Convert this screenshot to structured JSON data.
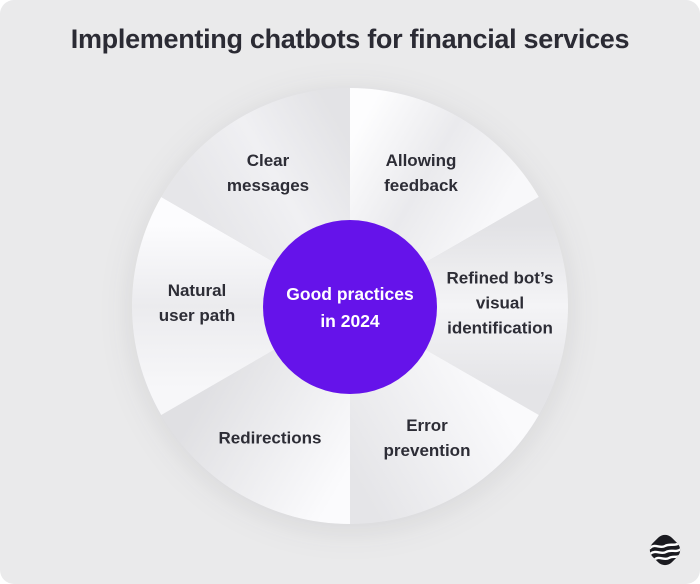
{
  "title": "Implementing chatbots for financial services",
  "wheel": {
    "center": {
      "label": "Good practices\nin 2024"
    },
    "segments": [
      {
        "id": "allowing-feedback",
        "label": "Allowing\nfeedback"
      },
      {
        "id": "refined-bots-visual-identification",
        "label": "Refined bot’s\nvisual\nidentification"
      },
      {
        "id": "error-prevention",
        "label": "Error\nprevention"
      },
      {
        "id": "redirections",
        "label": "Redirections"
      },
      {
        "id": "natural-user-path",
        "label": "Natural\nuser path"
      },
      {
        "id": "clear-messages",
        "label": "Clear\nmessages"
      }
    ]
  },
  "colors": {
    "background": "#eaeaeb",
    "accent_purple": "#6513ea",
    "text_dark": "#2d2d36",
    "logo_dark": "#1b1b20",
    "wedge_light": "#fdfdfe",
    "wedge_shade": "#e2e2e5"
  },
  "icons": {
    "brand_logo": "wavy-squircle-brand-logo"
  }
}
